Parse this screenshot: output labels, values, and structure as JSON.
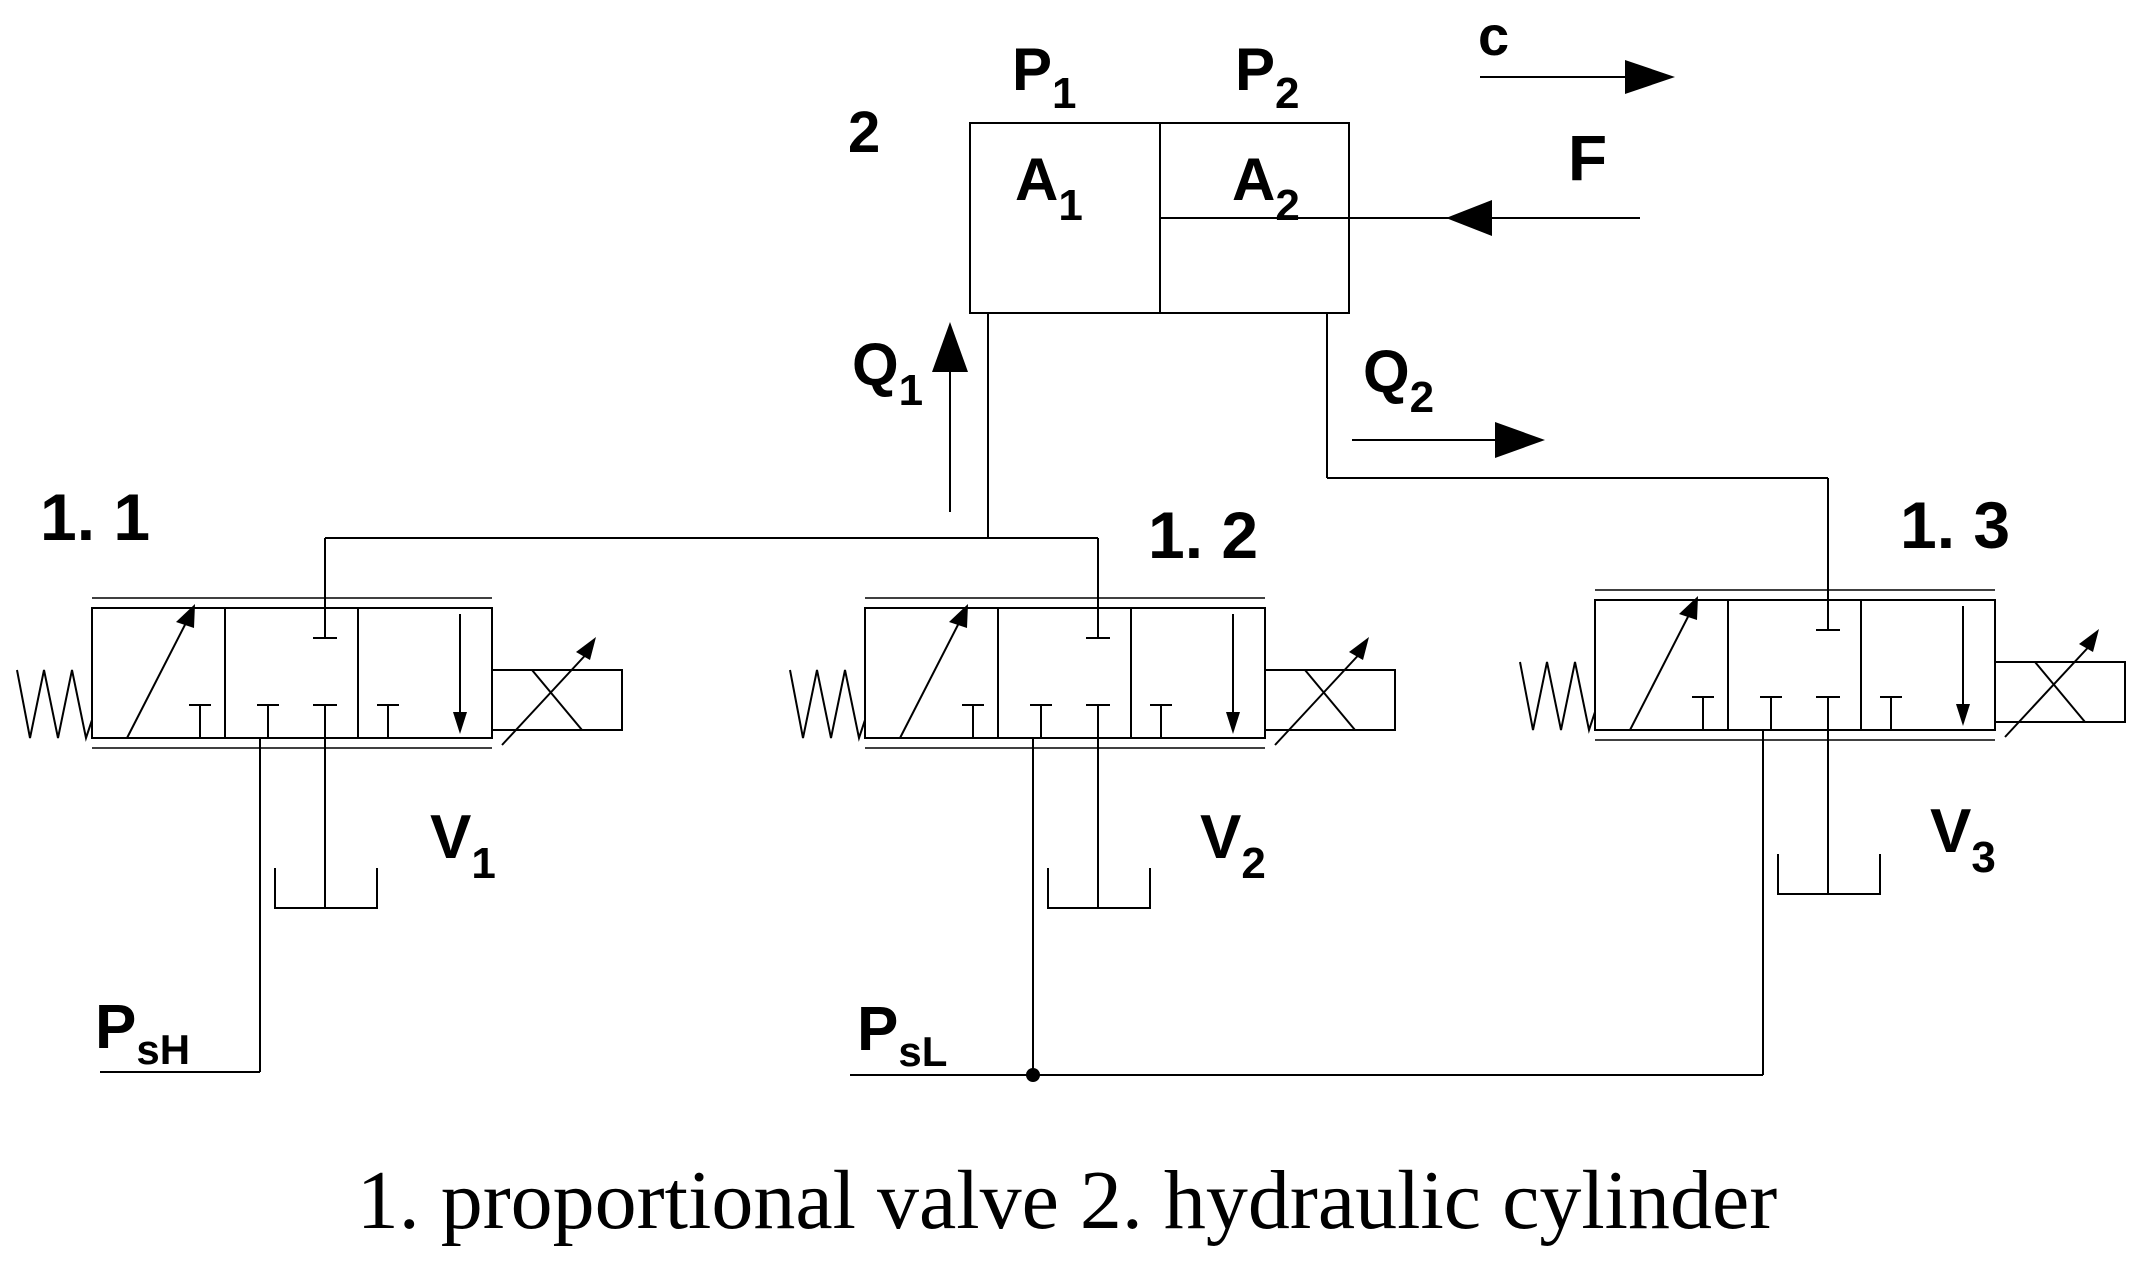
{
  "cylinder": {
    "id": "2",
    "pressure1": {
      "main": "P",
      "sub": "1"
    },
    "pressure2": {
      "main": "P",
      "sub": "2"
    },
    "area1": {
      "main": "A",
      "sub": "1"
    },
    "area2": {
      "main": "A",
      "sub": "2"
    },
    "velocity": "c",
    "force": "F"
  },
  "flows": {
    "q1": {
      "main": "Q",
      "sub": "1"
    },
    "q2": {
      "main": "Q",
      "sub": "2"
    }
  },
  "valves": [
    {
      "id": "1. 1",
      "label": {
        "main": "V",
        "sub": "1"
      }
    },
    {
      "id": "1. 2",
      "label": {
        "main": "V",
        "sub": "2"
      }
    },
    {
      "id": "1. 3",
      "label": {
        "main": "V",
        "sub": "3"
      }
    }
  ],
  "supplies": {
    "high": {
      "main": "P",
      "sub": "sH"
    },
    "low": {
      "main": "P",
      "sub": "sL"
    }
  },
  "caption": "1. proportional valve 2. hydraulic cylinder"
}
